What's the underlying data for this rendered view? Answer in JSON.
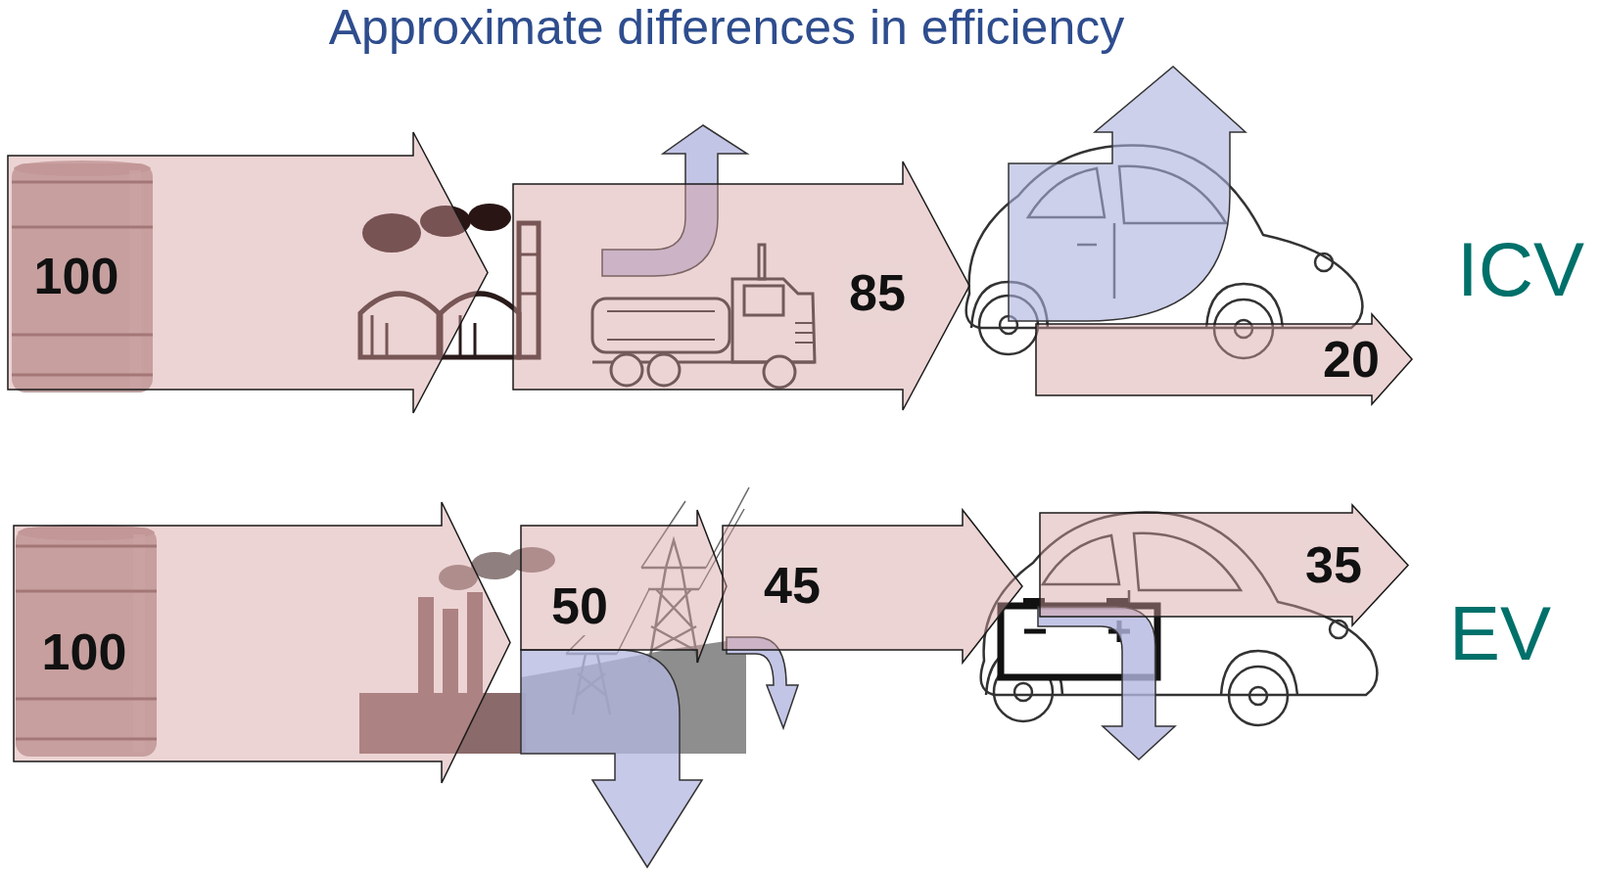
{
  "diagram": {
    "title": "Approximate differences in efficiency",
    "nodes": [
      {
        "text": [
          "100"
        ]
      },
      {
        "text": [
          "85"
        ]
      },
      {
        "text": [
          "20"
        ]
      },
      {
        "text": [
          "100"
        ]
      },
      {
        "text": [
          "50"
        ]
      },
      {
        "text": [
          "45"
        ]
      },
      {
        "text": [
          "35"
        ]
      }
    ],
    "labels": [
      "ICV",
      "EV"
    ]
  }
}
